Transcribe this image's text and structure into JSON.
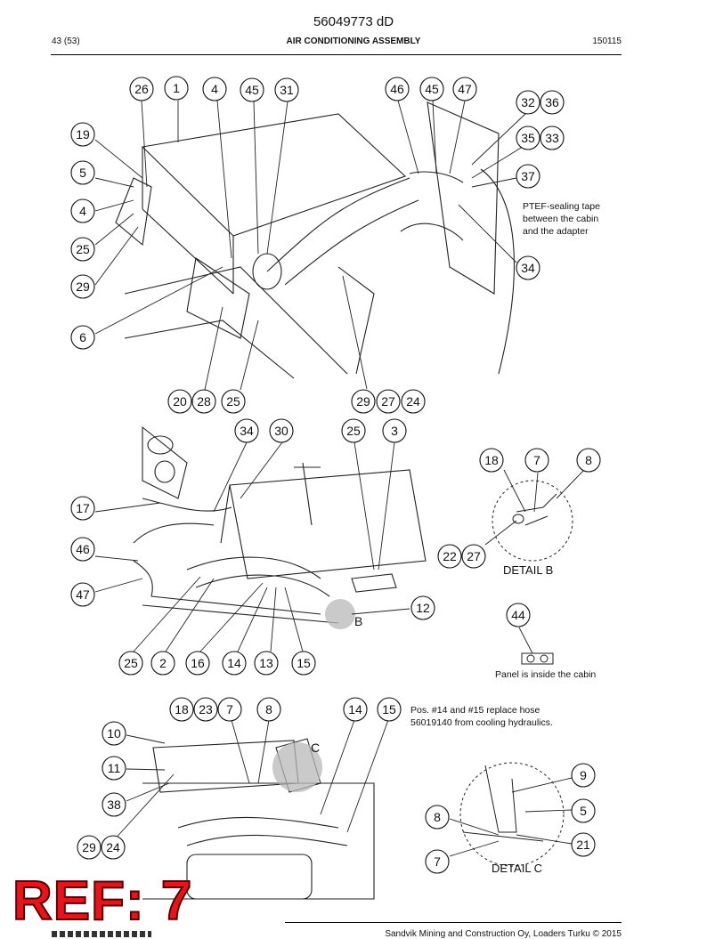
{
  "header": {
    "doc_number": "56049773 dD",
    "page": "43 (53)",
    "title": "AIR CONDITIONING ASSEMBLY",
    "date_code": "150115"
  },
  "callouts": [
    "26",
    "1",
    "4",
    "45",
    "31",
    "46",
    "45",
    "47",
    "32",
    "36",
    "19",
    "35",
    "33",
    "5",
    "37",
    "4",
    "25",
    "34",
    "29",
    "6",
    "20",
    "28",
    "25",
    "29",
    "27",
    "24",
    "34",
    "30",
    "25",
    "3",
    "18",
    "7",
    "8",
    "17",
    "46",
    "22",
    "27",
    "47",
    "12",
    "44",
    "25",
    "2",
    "16",
    "14",
    "13",
    "15",
    "18",
    "23",
    "7",
    "8",
    "14",
    "15",
    "10",
    "11",
    "38",
    "29",
    "24",
    "9",
    "5",
    "8",
    "21",
    "7"
  ],
  "notes": {
    "sealing_tape": "PTEF-sealing tape between the cabin and the adapter",
    "panel": "Panel is inside the cabin",
    "replace_hose": "Pos. #14 and #15 replace hose 56019140 from cooling hydraulics."
  },
  "labels": {
    "detail_b": "DETAIL B",
    "detail_c": "DETAIL C",
    "b": "B",
    "c": "C"
  },
  "ref_stamp": "REF: 7",
  "footer": {
    "company": "Sandvik Mining and Construction Oy, Loaders Turku © 2015"
  }
}
